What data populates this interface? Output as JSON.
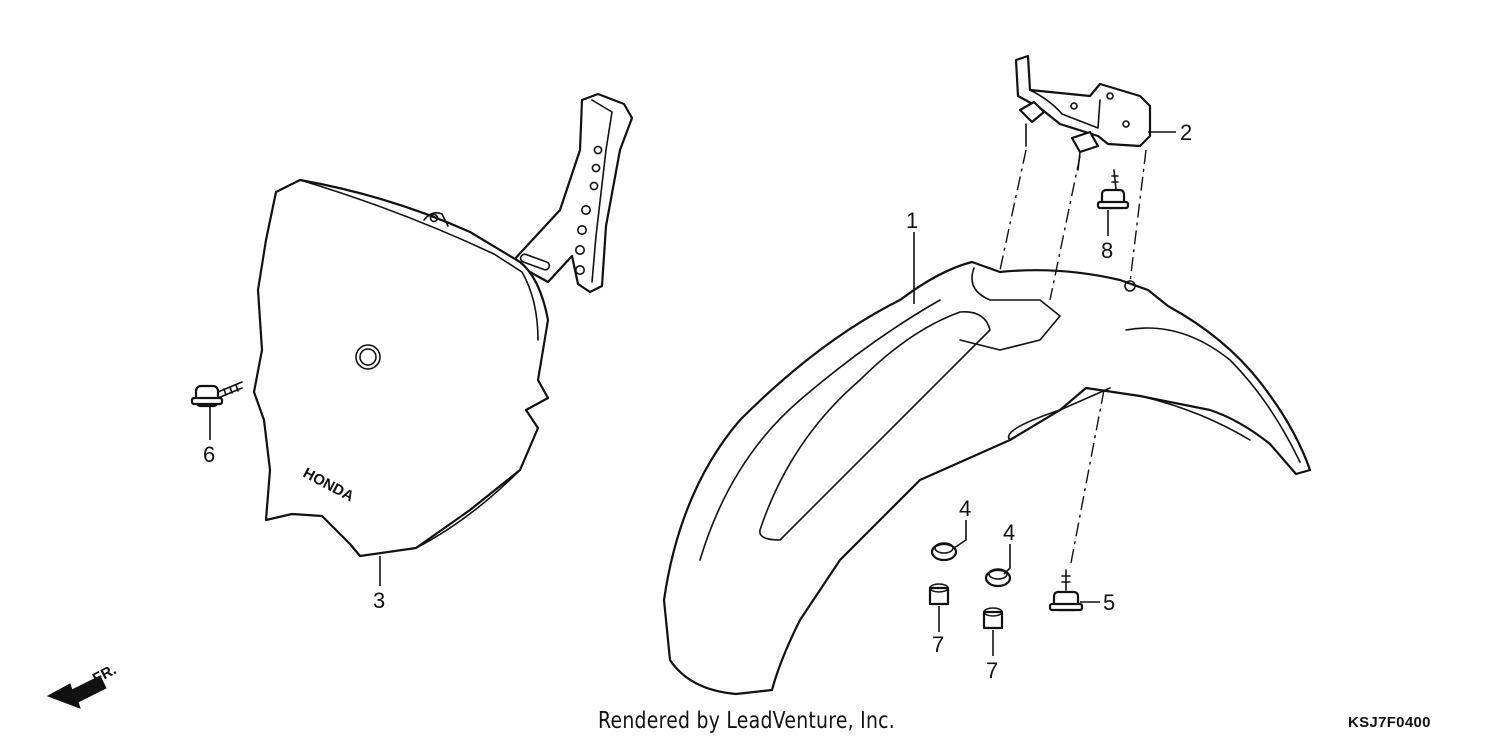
{
  "callouts": [
    {
      "id": "1",
      "label": "1"
    },
    {
      "id": "2",
      "label": "2"
    },
    {
      "id": "3",
      "label": "3"
    },
    {
      "id": "4a",
      "label": "4"
    },
    {
      "id": "4b",
      "label": "4"
    },
    {
      "id": "5",
      "label": "5"
    },
    {
      "id": "6",
      "label": "6"
    },
    {
      "id": "7a",
      "label": "7"
    },
    {
      "id": "7b",
      "label": "7"
    },
    {
      "id": "8",
      "label": "8"
    }
  ],
  "front_indicator": "FR.",
  "plate_brand": "HONDA",
  "footer": {
    "credit": "Rendered by LeadVenture, Inc.",
    "code": "KSJ7F0400"
  },
  "icons": [
    "front-direction-arrow-icon"
  ]
}
